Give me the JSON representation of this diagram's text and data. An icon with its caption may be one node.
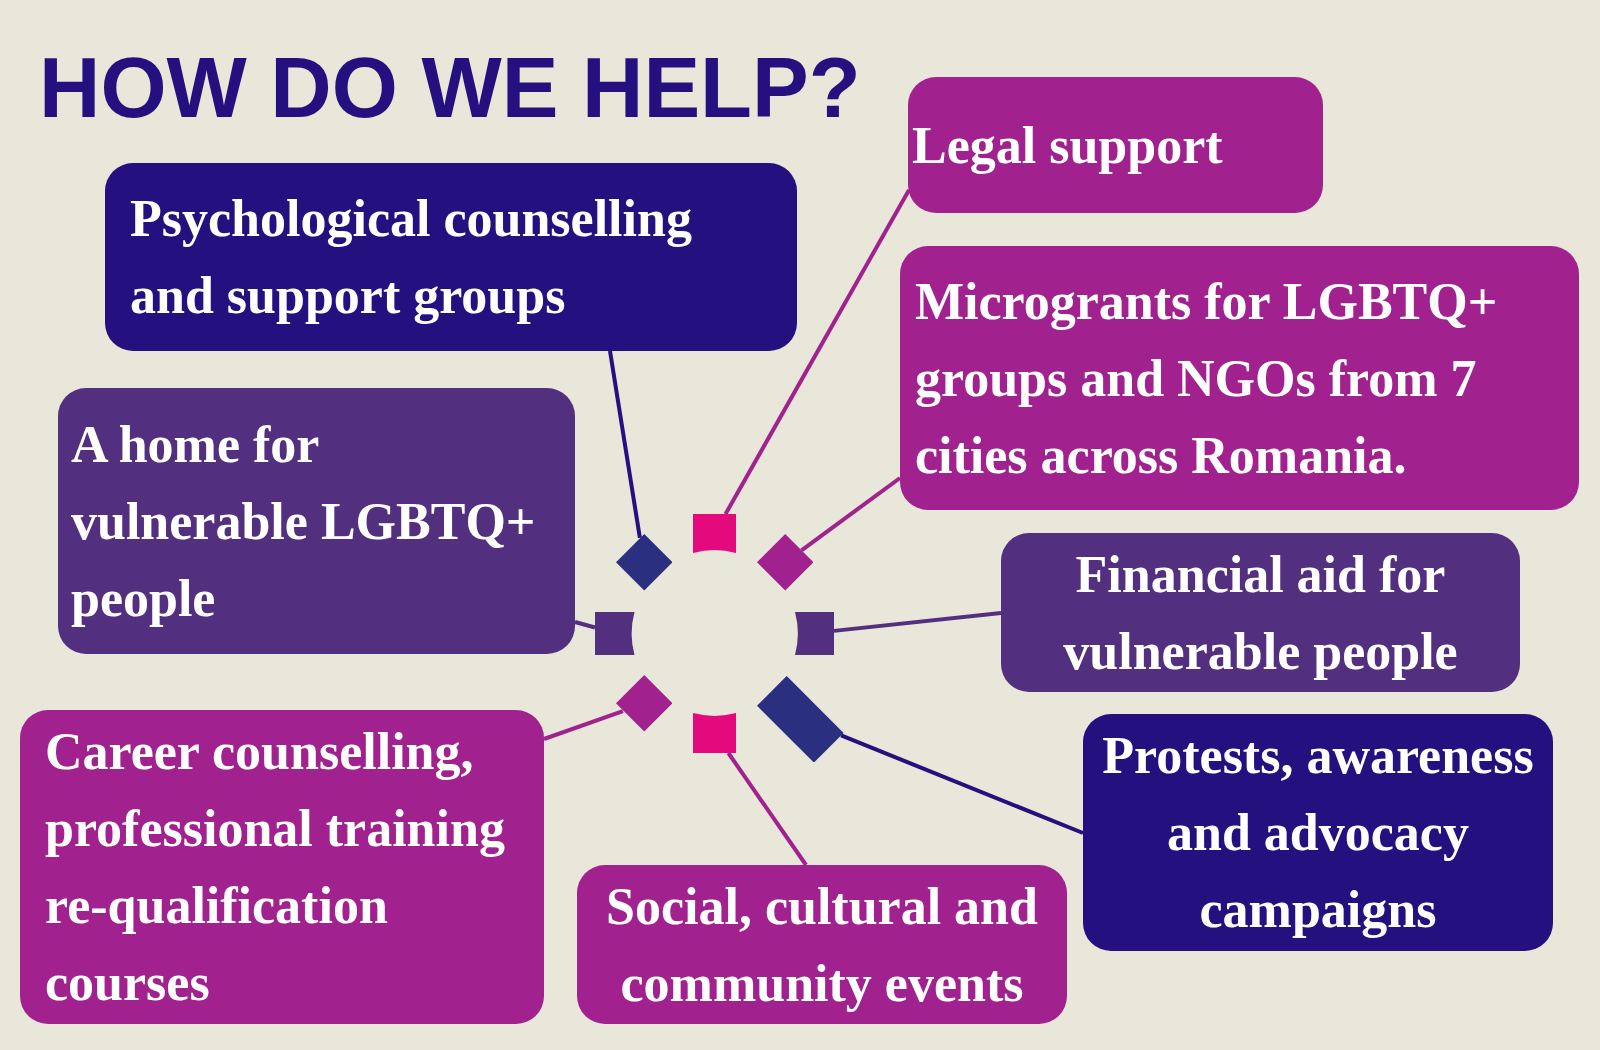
{
  "diagram": {
    "title": "HOW DO WE HELP?",
    "nodes": [
      {
        "text": [
          "Psychological counselling and support groups"
        ]
      },
      {
        "text": [
          "Legal support"
        ]
      },
      {
        "text": [
          "Microgrants for LGBTQ+ groups and NGOs from 7 cities across Romania."
        ]
      },
      {
        "text": [
          "A home for vulnerable LGBTQ+ people"
        ]
      },
      {
        "text": [
          "Financial aid for vulnerable people"
        ]
      },
      {
        "text": [
          "Career counselling, professional training re-qualification courses"
        ]
      },
      {
        "text": [
          "Social, cultural and community events"
        ]
      },
      {
        "text": [
          "Protests, awareness and advocacy campaigns"
        ]
      },
      {
        "text": [],
        "shape": "box"
      },
      {
        "text": [],
        "shape": "diamond"
      },
      {
        "text": [],
        "shape": "diamond"
      },
      {
        "text": [],
        "shape": "box"
      },
      {
        "text": [],
        "shape": "box"
      },
      {
        "text": [],
        "shape": "diamond"
      },
      {
        "text": [],
        "shape": "box"
      },
      {
        "text": [],
        "shape": "bar"
      }
    ],
    "edges": [
      {
        "from": 0,
        "to": 9,
        "arrow": "none",
        "color": "#24107f"
      },
      {
        "from": 1,
        "to": 8,
        "arrow": "none"
      },
      {
        "from": 2,
        "to": 10,
        "arrow": "none"
      },
      {
        "from": 3,
        "to": 11,
        "arrow": "none",
        "color": "#52307f"
      },
      {
        "from": 4,
        "to": 12,
        "arrow": "none",
        "color": "#52307f"
      },
      {
        "from": 5,
        "to": 13,
        "arrow": "none"
      },
      {
        "from": 6,
        "to": 14,
        "arrow": "none"
      },
      {
        "from": 7,
        "to": 15,
        "arrow": "none",
        "color": "#24107f"
      }
    ]
  }
}
